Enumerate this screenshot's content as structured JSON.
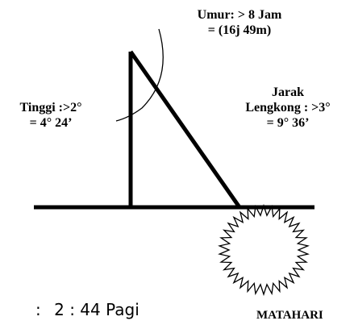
{
  "labels": {
    "umur_1": "Umur: > 8 Jam",
    "umur_2": "= (16j 49m)",
    "tinggi_1": "Tinggi :>2°",
    "tinggi_2": "= 4° 24’",
    "jarak_1": "Jarak",
    "jarak_2": "Lengkong : >3°",
    "jarak_3": "= 9° 36’",
    "time_prefix": ":",
    "time_value": "2 : 44 Pagi",
    "sun_label": "MATAHARI"
  },
  "colors": {
    "ink": "#000000",
    "background": "#ffffff"
  },
  "icons": {
    "sun": "sun-icon"
  }
}
